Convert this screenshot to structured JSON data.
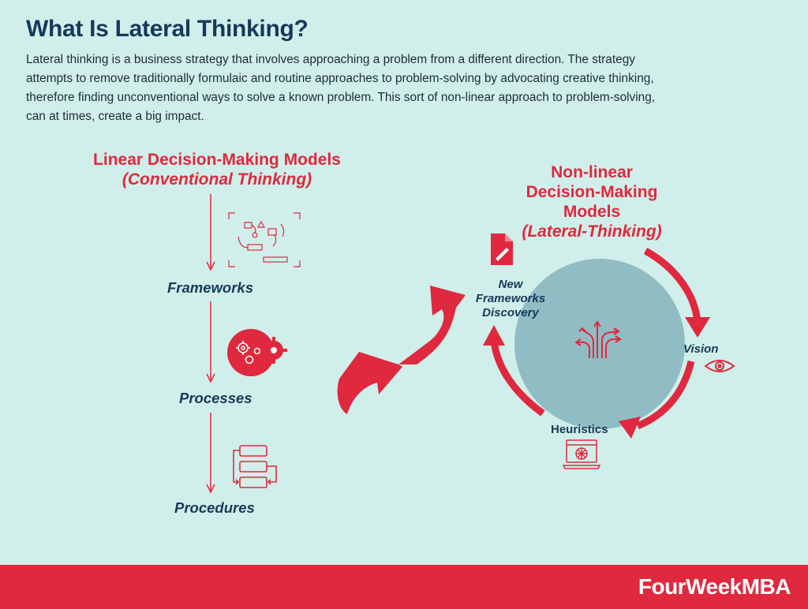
{
  "header": {
    "title": "What Is Lateral Thinking?",
    "intro": "Lateral thinking is a business strategy that involves approaching a problem from a different direction. The strategy attempts to remove traditionally formulaic and routine approaches to problem-solving by advocating creative thinking, therefore finding unconventional ways to solve a known problem. This sort of non-linear approach to problem-solving, can at times, create a big impact."
  },
  "linear": {
    "title": "Linear Decision-Making Models",
    "subtitle": "(Conventional Thinking)",
    "steps": [
      {
        "label": "Frameworks",
        "icon": "flowchart-sketch-icon"
      },
      {
        "label": "Processes",
        "icon": "gears-icon"
      },
      {
        "label": "Procedures",
        "icon": "procedure-blocks-icon"
      }
    ]
  },
  "nonlinear": {
    "title_line1": "Non-linear",
    "title_line2": "Decision-Making",
    "title_line3": "Models",
    "subtitle": "(Lateral-Thinking)",
    "center_icon": "diverging-arrows-icon",
    "nodes": [
      {
        "label_line1": "New",
        "label_line2": "Frameworks",
        "label_line3": "Discovery",
        "icon": "document-pen-icon"
      },
      {
        "label": "Vision",
        "icon": "eye-icon"
      },
      {
        "label": "Heuristics",
        "icon": "laptop-web-icon"
      }
    ]
  },
  "colors": {
    "background": "#d1efea",
    "accent_red": "#e0283e",
    "navy": "#15395b",
    "circle": "#8fbdc3"
  },
  "footer": {
    "brand": "FourWeekMBA"
  }
}
